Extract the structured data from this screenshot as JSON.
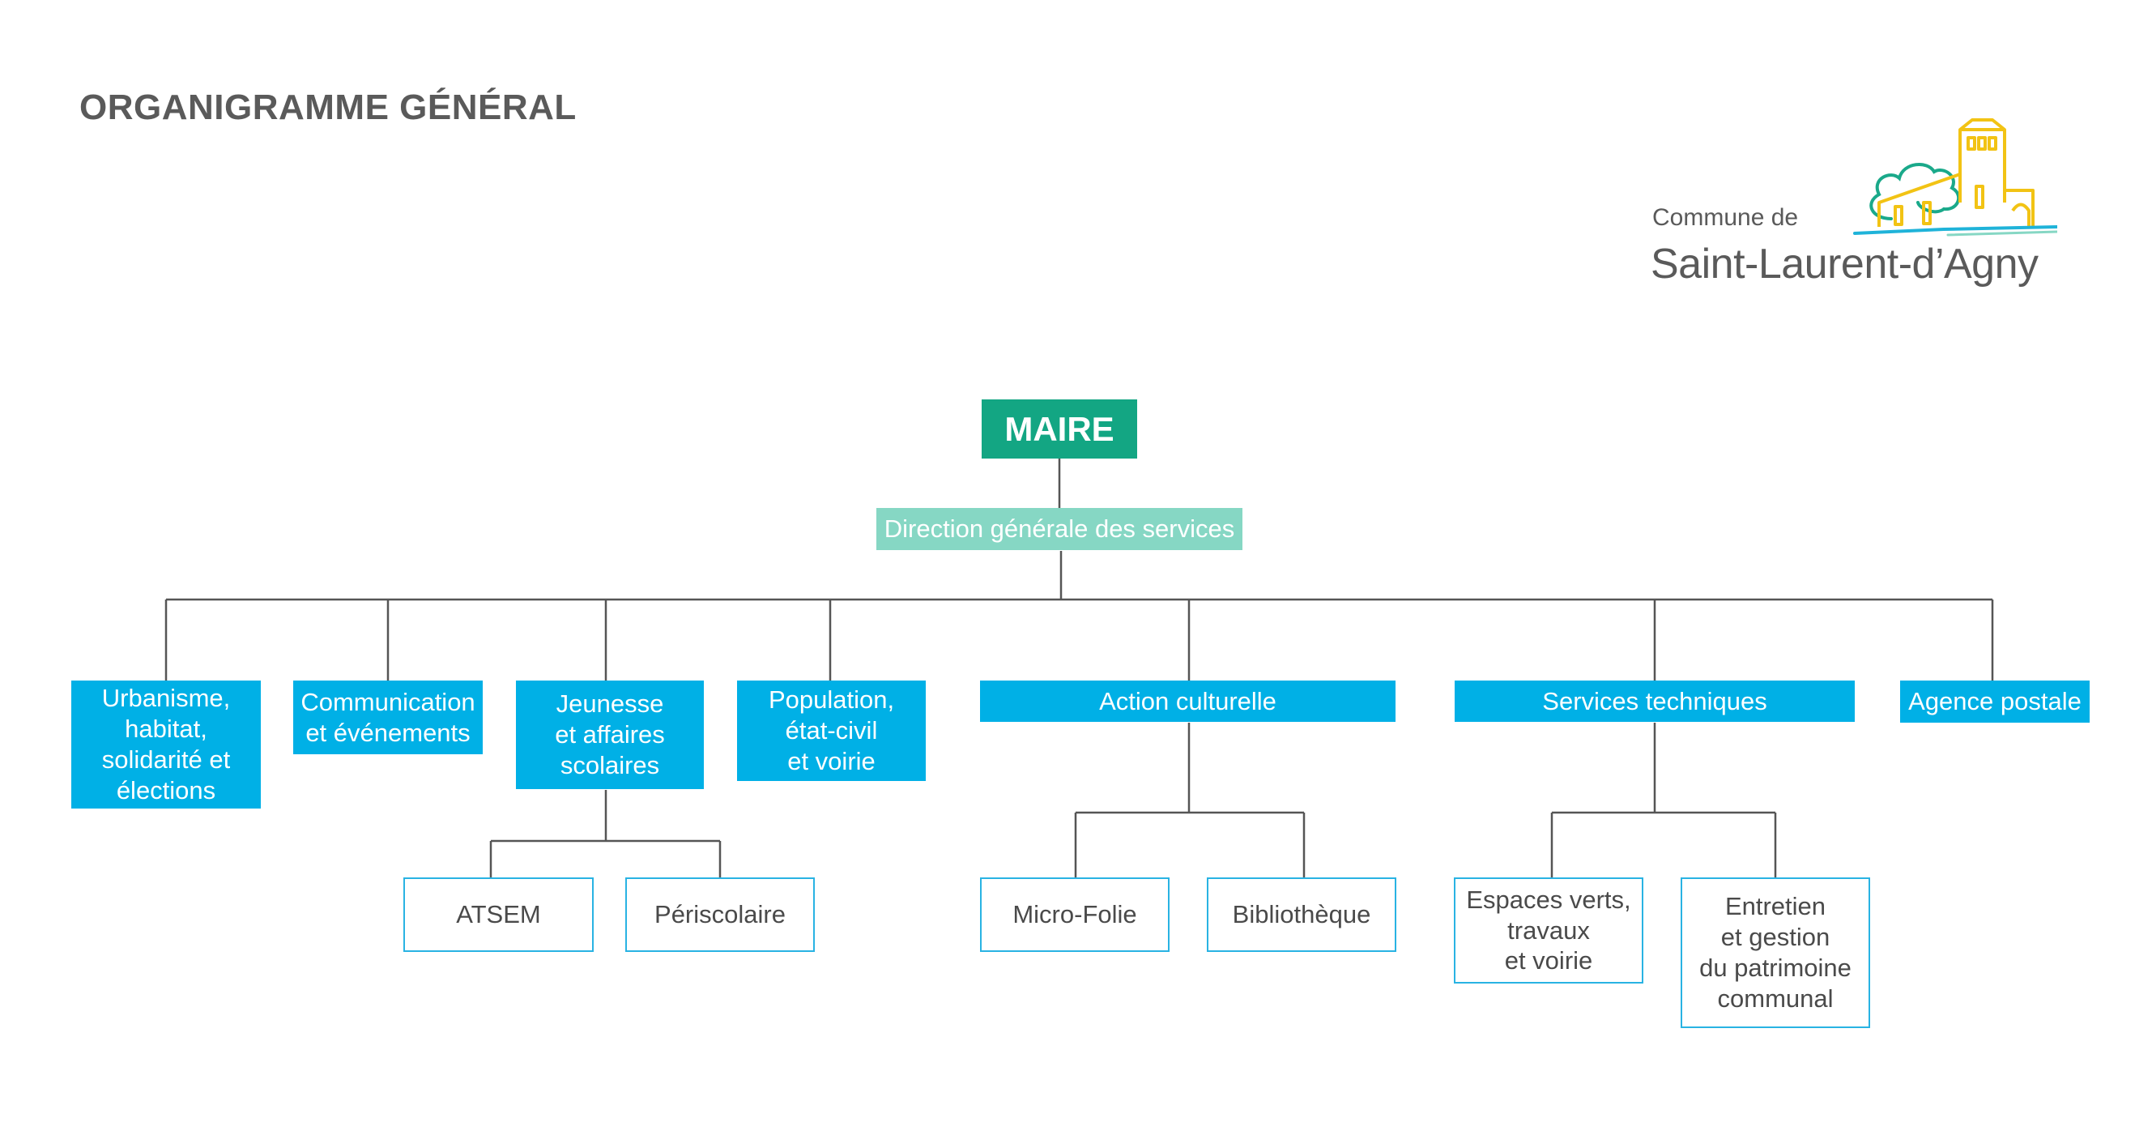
{
  "title": "ORGANIGRAMME GÉNÉRAL",
  "logo": {
    "line1": "Commune de",
    "line2": "Saint-Laurent-d’Agny"
  },
  "colors": {
    "maire": "#13a683",
    "direction": "#86d7c4",
    "service": "#00b0e6",
    "sub_border": "#29b3e3",
    "connector": "#555555"
  },
  "org": {
    "maire": "MAIRE",
    "direction": "Direction générale des services",
    "services": {
      "urbanisme": "Urbanisme,\nhabitat,\nsolidarité et\nélections",
      "communication": "Communication\net événements",
      "jeunesse": "Jeunesse\net affaires\nscolaires",
      "population": "Population,\nétat-civil\net voirie",
      "action_culturelle": "Action culturelle",
      "services_techniques": "Services techniques",
      "agence_postale": "Agence postale"
    },
    "sub": {
      "atsem": "ATSEM",
      "periscolaire": "Périscolaire",
      "micro_folie": "Micro-Folie",
      "bibliotheque": "Bibliothèque",
      "espaces_verts": "Espaces verts,\ntravaux\net voirie",
      "entretien": "Entretien\net gestion\ndu patrimoine\ncommunal"
    }
  }
}
